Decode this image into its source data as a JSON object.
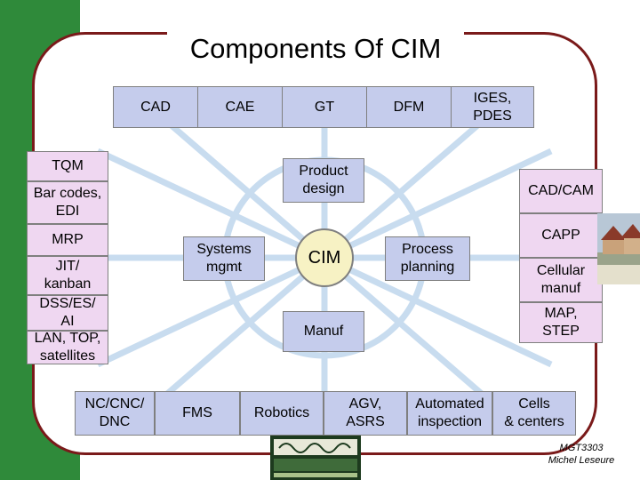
{
  "title": "Components Of CIM",
  "center": "CIM",
  "top_row": [
    "CAD",
    "CAE",
    "GT",
    "DFM",
    "IGES,\nPDES"
  ],
  "left_column": [
    "TQM",
    "Bar codes,\nEDI",
    "MRP",
    "JIT/\nkanban",
    "DSS/ES/\nAI",
    "LAN, TOP,\nsatellites"
  ],
  "right_column": [
    "CAD/CAM",
    "CAPP",
    "Cellular\nmanuf",
    "MAP,\nSTEP"
  ],
  "inner": {
    "product_design": "Product\ndesign",
    "systems_mgmt": "Systems\nmgmt",
    "process_planning": "Process\nplanning",
    "manuf": "Manuf"
  },
  "bottom_row": [
    "NC/CNC/\nDNC",
    "FMS",
    "Robotics",
    "AGV,\nASRS",
    "Automated\ninspection",
    "Cells\n& centers"
  ],
  "footer": {
    "course": "MGT3303",
    "author": "Michel Leseure"
  },
  "colors": {
    "box_blue": "#c5ccec",
    "box_pink": "#efd7f1",
    "center": "#f7f2c4",
    "spokes": "#c8dcef",
    "frame": "#7a1a1a",
    "left_bar": "#2f8a3a"
  }
}
